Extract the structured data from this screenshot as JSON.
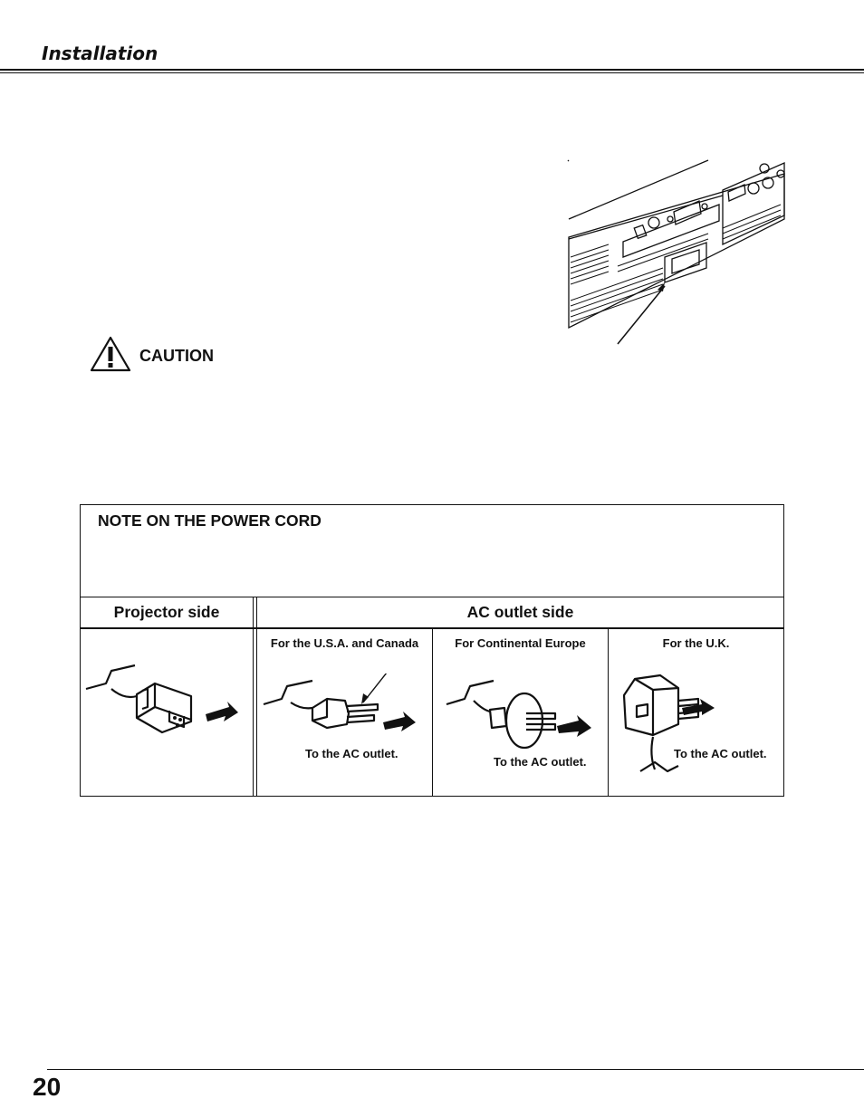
{
  "header": {
    "section_title": "Installation"
  },
  "caution": {
    "label": "CAUTION"
  },
  "note": {
    "title": "NOTE ON THE POWER CORD",
    "columns": {
      "projector_side": "Projector side",
      "ac_outlet_side": "AC outlet side"
    },
    "regions": [
      {
        "name": "For the U.S.A. and Canada",
        "outlet_label": "To the AC outlet."
      },
      {
        "name": "For Continental Europe",
        "outlet_label": "To the AC outlet."
      },
      {
        "name": "For the U.K.",
        "outlet_label": "To the AC outlet."
      }
    ]
  },
  "footer": {
    "page_number": "20"
  }
}
